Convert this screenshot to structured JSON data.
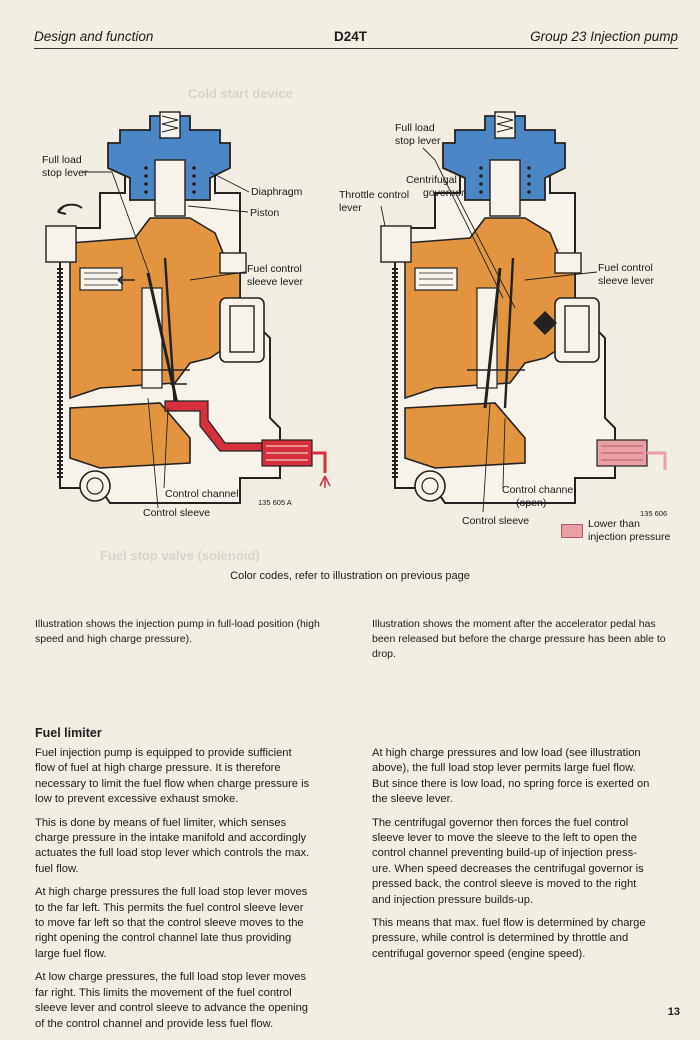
{
  "header": {
    "left": "Design and function",
    "center": "D24T",
    "right": "Group 23  Injection pump"
  },
  "diagram_left": {
    "labels": {
      "full_load_stop_lever": [
        "Full load",
        "stop lever"
      ],
      "diaphragm": "Diaphragm",
      "piston": "Piston",
      "fuel_control_sleeve_lever": [
        "Fuel control",
        "sleeve lever"
      ],
      "control_channel": "Control channel",
      "control_sleeve": "Control sleeve",
      "part_number": "135 605 A"
    }
  },
  "diagram_right": {
    "labels": {
      "full_load_stop_lever": [
        "Full load",
        "stop lever"
      ],
      "centrifugal_governor": [
        "Centrifugal",
        "governor"
      ],
      "throttle_control_lever": [
        "Throttle control",
        "lever"
      ],
      "fuel_control_sleeve_lever": [
        "Fuel control",
        "sleeve lever"
      ],
      "control_channel": [
        "Control channel",
        "(open)"
      ],
      "control_sleeve": "Control sleeve",
      "part_number": "135 606",
      "legend": [
        "Lower than",
        "injection pressure"
      ]
    }
  },
  "caption": "Color codes, refer to illustration on previous page",
  "intro_left": [
    "Illustration shows the injection pump in full-load position (high",
    "speed and high charge pressure)."
  ],
  "intro_right": [
    "Illustration shows the moment after the accelerator pedal has",
    "been released but before the charge pressure has been able to",
    "drop."
  ],
  "section_title": "Fuel limiter",
  "left_paragraphs": [
    [
      "Fuel injection pump is equipped to provide sufficient",
      "flow of fuel at high charge pressure. It is therefore",
      "necessary to limit the fuel flow when charge pressure is",
      "low to prevent excessive exhaust smoke."
    ],
    [
      "This is done by means of fuel limiter, which senses",
      "charge pressure in the intake manifold and accordingly",
      "actuates the full load stop lever which controls the max.",
      "fuel flow."
    ],
    [
      "At high charge pressures the full load stop lever moves",
      "to the far left. This permits the fuel control sleeve lever",
      "to move far left so that the control sleeve moves to the",
      "right opening the control channel late thus providing",
      "large fuel flow."
    ],
    [
      "At low charge pressures, the full load stop lever moves",
      "far right. This limits the movement of the fuel control",
      "sleeve lever and control sleeve to advance the opening",
      "of the control channel and provide less fuel flow."
    ]
  ],
  "right_paragraphs": [
    [
      "At high charge pressures and low load (see illustration",
      "above), the full load stop lever permits large fuel flow.",
      "But since there is low load, no spring force is exerted on",
      "the sleeve lever."
    ],
    [
      "The centrifugal governor then forces the fuel control",
      "sleeve lever to move the sleeve to the left to open the",
      "control channel preventing build-up of injection press-",
      "ure. When speed decreases the centrifugal governor is",
      "pressed back, the control sleeve is moved to the right",
      "and injection pressure builds-up."
    ],
    [
      "This means that max. fuel flow is determined by charge",
      "pressure, while control is determined by throttle and",
      "centrifugal governor speed (engine speed)."
    ]
  ],
  "page_number": "13",
  "show_through": {
    "top": "Cold start device",
    "middle": "Fuel stop valve (solenoid)"
  },
  "colors": {
    "orange": "#e39440",
    "blue": "#4b86c6",
    "red": "#d6303c",
    "pink": "#e8a0a6",
    "paper": "#f1ede3",
    "ink": "#1d1d1d"
  }
}
